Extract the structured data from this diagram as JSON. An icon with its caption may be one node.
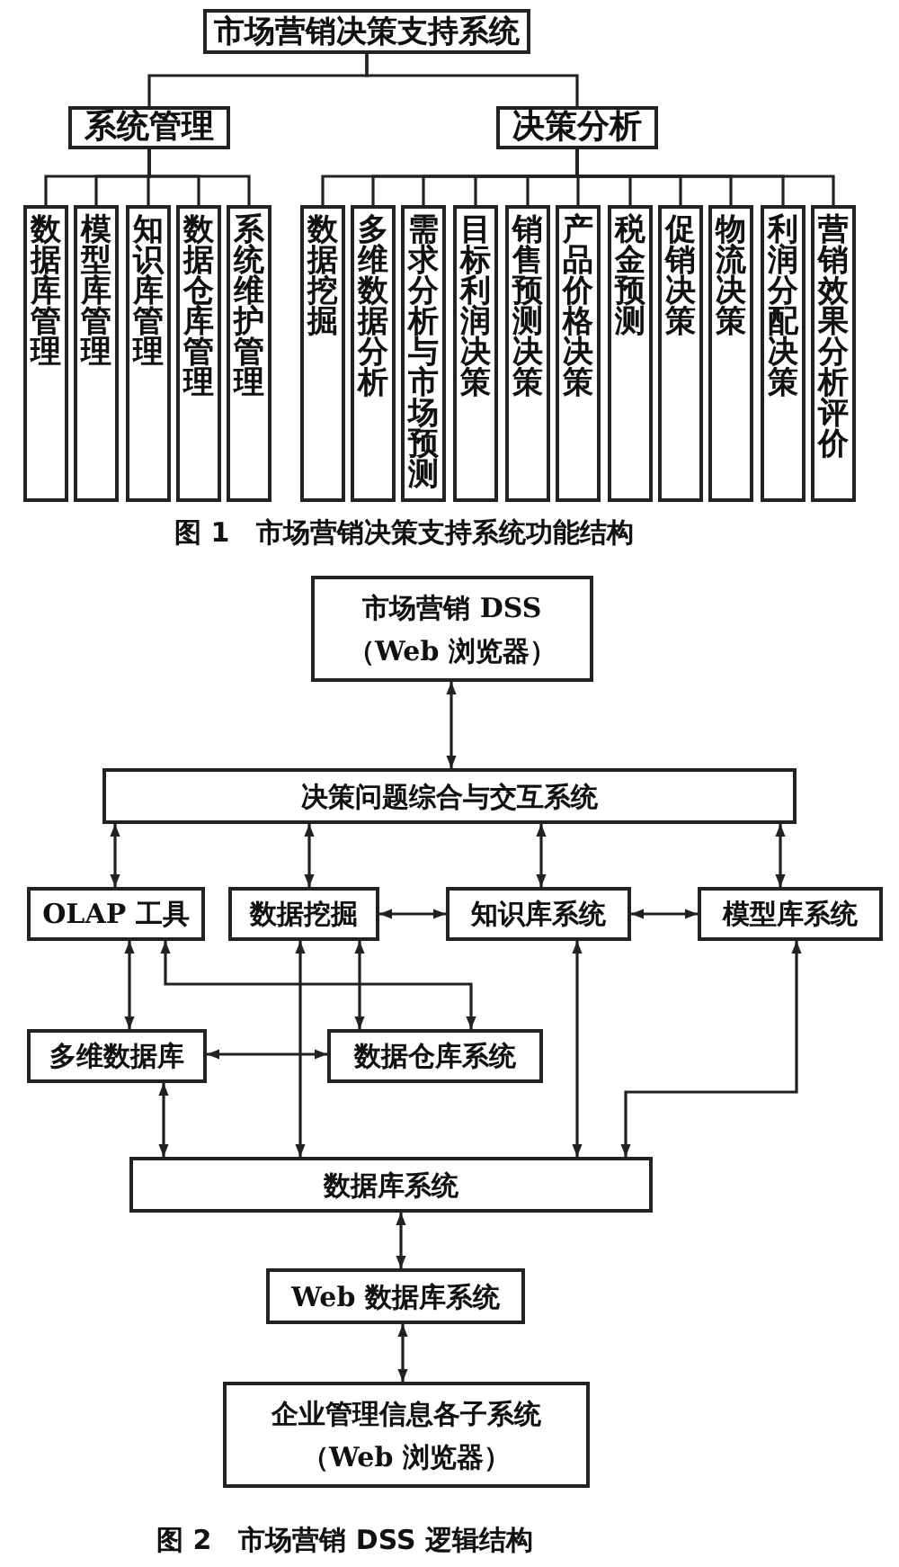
{
  "diagram": {
    "nodes": [
      {
        "text": [
          "市场营销决策支持系统"
        ]
      },
      {
        "text": [
          "系统管理"
        ]
      },
      {
        "text": [
          "决策分析"
        ]
      },
      {
        "text": [
          "数据库管理"
        ]
      },
      {
        "text": [
          "模型库管理"
        ]
      },
      {
        "text": [
          "知识库管理"
        ]
      },
      {
        "text": [
          "数据仓库管理"
        ]
      },
      {
        "text": [
          "系统维护管理"
        ]
      },
      {
        "text": [
          "数据挖掘"
        ]
      },
      {
        "text": [
          "多维数据分析"
        ]
      },
      {
        "text": [
          "需求分析与市场预测"
        ]
      },
      {
        "text": [
          "目标利润决策"
        ]
      },
      {
        "text": [
          "销售预测决策"
        ]
      },
      {
        "text": [
          "产品价格决策"
        ]
      },
      {
        "text": [
          "税金预测"
        ]
      },
      {
        "text": [
          "促销决策"
        ]
      },
      {
        "text": [
          "物流决策"
        ]
      },
      {
        "text": [
          "利润分配决策"
        ]
      },
      {
        "text": [
          "营销效果分析评价"
        ]
      },
      {
        "text": [
          "市场营销 DSS",
          "（Web 浏览器）"
        ]
      },
      {
        "text": [
          "决策问题综合与交互系统"
        ]
      },
      {
        "text": [
          "OLAP 工具"
        ]
      },
      {
        "text": [
          "数据挖掘"
        ]
      },
      {
        "text": [
          "知识库系统"
        ]
      },
      {
        "text": [
          "模型库系统"
        ]
      },
      {
        "text": [
          "多维数据库"
        ]
      },
      {
        "text": [
          "数据仓库系统"
        ]
      },
      {
        "text": [
          "数据库系统"
        ]
      },
      {
        "text": [
          "Web 数据库系统"
        ]
      },
      {
        "text": [
          "企业管理信息各子系统",
          "（Web 浏览器）"
        ]
      }
    ],
    "edges": [
      {
        "from": 0,
        "to": 1,
        "arrow": "none"
      },
      {
        "from": 0,
        "to": 2,
        "arrow": "none"
      },
      {
        "from": 1,
        "to": 3,
        "arrow": "none"
      },
      {
        "from": 1,
        "to": 4,
        "arrow": "none"
      },
      {
        "from": 1,
        "to": 5,
        "arrow": "none"
      },
      {
        "from": 1,
        "to": 6,
        "arrow": "none"
      },
      {
        "from": 1,
        "to": 7,
        "arrow": "none"
      },
      {
        "from": 2,
        "to": 8,
        "arrow": "none"
      },
      {
        "from": 2,
        "to": 9,
        "arrow": "none"
      },
      {
        "from": 2,
        "to": 10,
        "arrow": "none"
      },
      {
        "from": 2,
        "to": 11,
        "arrow": "none"
      },
      {
        "from": 2,
        "to": 12,
        "arrow": "none"
      },
      {
        "from": 2,
        "to": 13,
        "arrow": "none"
      },
      {
        "from": 2,
        "to": 14,
        "arrow": "none"
      },
      {
        "from": 2,
        "to": 15,
        "arrow": "none"
      },
      {
        "from": 2,
        "to": 16,
        "arrow": "none"
      },
      {
        "from": 2,
        "to": 17,
        "arrow": "none"
      },
      {
        "from": 2,
        "to": 18,
        "arrow": "none"
      },
      {
        "from": 19,
        "to": 20,
        "arrow": "both"
      },
      {
        "from": 20,
        "to": 21,
        "arrow": "both"
      },
      {
        "from": 20,
        "to": 22,
        "arrow": "both"
      },
      {
        "from": 20,
        "to": 23,
        "arrow": "both"
      },
      {
        "from": 20,
        "to": 24,
        "arrow": "both"
      },
      {
        "from": 22,
        "to": 23,
        "arrow": "both"
      },
      {
        "from": 23,
        "to": 24,
        "arrow": "both"
      },
      {
        "from": 21,
        "to": 25,
        "arrow": "both"
      },
      {
        "from": 21,
        "to": 26,
        "arrow": "both"
      },
      {
        "from": 22,
        "to": 26,
        "arrow": "both"
      },
      {
        "from": 25,
        "to": 26,
        "arrow": "both"
      },
      {
        "from": 22,
        "to": 27,
        "arrow": "both"
      },
      {
        "from": 25,
        "to": 27,
        "arrow": "both"
      },
      {
        "from": 23,
        "to": 27,
        "arrow": "both"
      },
      {
        "from": 24,
        "to": 27,
        "arrow": "both"
      },
      {
        "from": 27,
        "to": 28,
        "arrow": "both"
      },
      {
        "from": 28,
        "to": 29,
        "arrow": "both"
      }
    ],
    "labels": [
      "图 1　市场营销决策支持系统功能结构",
      "图 2　市场营销 DSS 逻辑结构"
    ]
  }
}
